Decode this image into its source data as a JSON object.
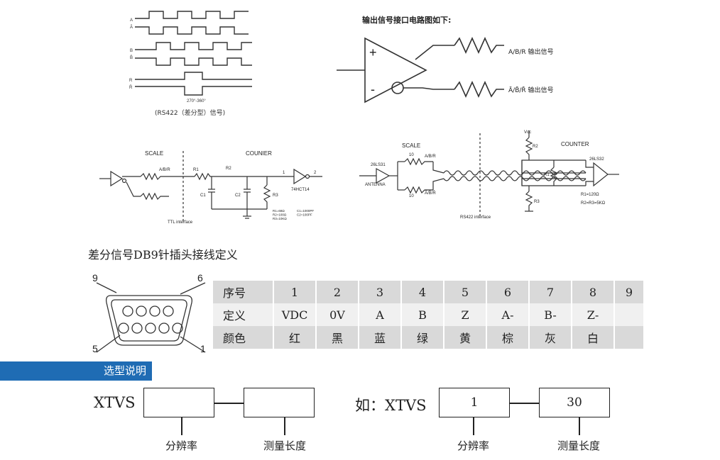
{
  "waveform": {
    "labels_a": [
      "A",
      "Ā"
    ],
    "labels_b": [
      "B",
      "B̄"
    ],
    "labels_r": [
      "R",
      "R̄"
    ],
    "phase": "270°-360°",
    "caption": "(RS422（差分型）信号)"
  },
  "output_circuit": {
    "title": "输出信号接口电路图如下:",
    "plus": "+",
    "minus": "-",
    "out_top": "A/B/R   输出信号",
    "out_bottom": "Ā/B̄/R̄   输出信号"
  },
  "ttl_circuit": {
    "scale": "SCALE",
    "counter": "COUNIER",
    "abr": "A/B/R",
    "r1": "R1",
    "r2": "R2",
    "r3": "R3",
    "c1": "C1",
    "c2": "C2",
    "pin1": "1",
    "pin2": "2",
    "chip": "74HCT14",
    "values1": "R1=68Ω\nR2=100Ω\nR3=10KΩ",
    "values2": "C1=1000PF\nC2=100PF",
    "interface": "TTL interface"
  },
  "rs422_circuit": {
    "scale": "SCALE",
    "counter": "COUNTER",
    "chip_left": "26LS31",
    "antenna": "ANTENNA",
    "r_top": "10",
    "r_bottom": "10",
    "abr": "A/B/R",
    "abr_bar": "Ā/B̄/R̄",
    "vcc": "Vcc",
    "r1": "R1",
    "r2": "R2",
    "r3": "R3",
    "chip_right": "26LS32",
    "r1_value": "R1=120Ω",
    "r23_value": "R2=R3=5KΩ",
    "interface": "RS422 interface"
  },
  "db9": {
    "title": "差分信号DB9针插头接线定义",
    "pin_labels": {
      "tl": "9",
      "tr": "6",
      "bl": "5",
      "br": "1"
    },
    "table": {
      "rows": [
        {
          "head": "序号",
          "cells": [
            "1",
            "2",
            "3",
            "4",
            "5",
            "6",
            "7",
            "8",
            "9"
          ]
        },
        {
          "head": "定义",
          "cells": [
            "VDC",
            "0V",
            "A",
            "B",
            "Z",
            "A-",
            "B-",
            "Z-",
            ""
          ]
        },
        {
          "head": "颜色",
          "cells": [
            "红",
            "黑",
            "蓝",
            "绿",
            "黄",
            "棕",
            "灰",
            "白",
            ""
          ]
        }
      ]
    }
  },
  "selection": {
    "bar_label": "选型说明",
    "model": "XTVS",
    "resolution_label": "分辨率",
    "length_label": "测量长度",
    "example_prefix": "如：XTVS",
    "example_resolution": "1",
    "example_length": "30"
  }
}
